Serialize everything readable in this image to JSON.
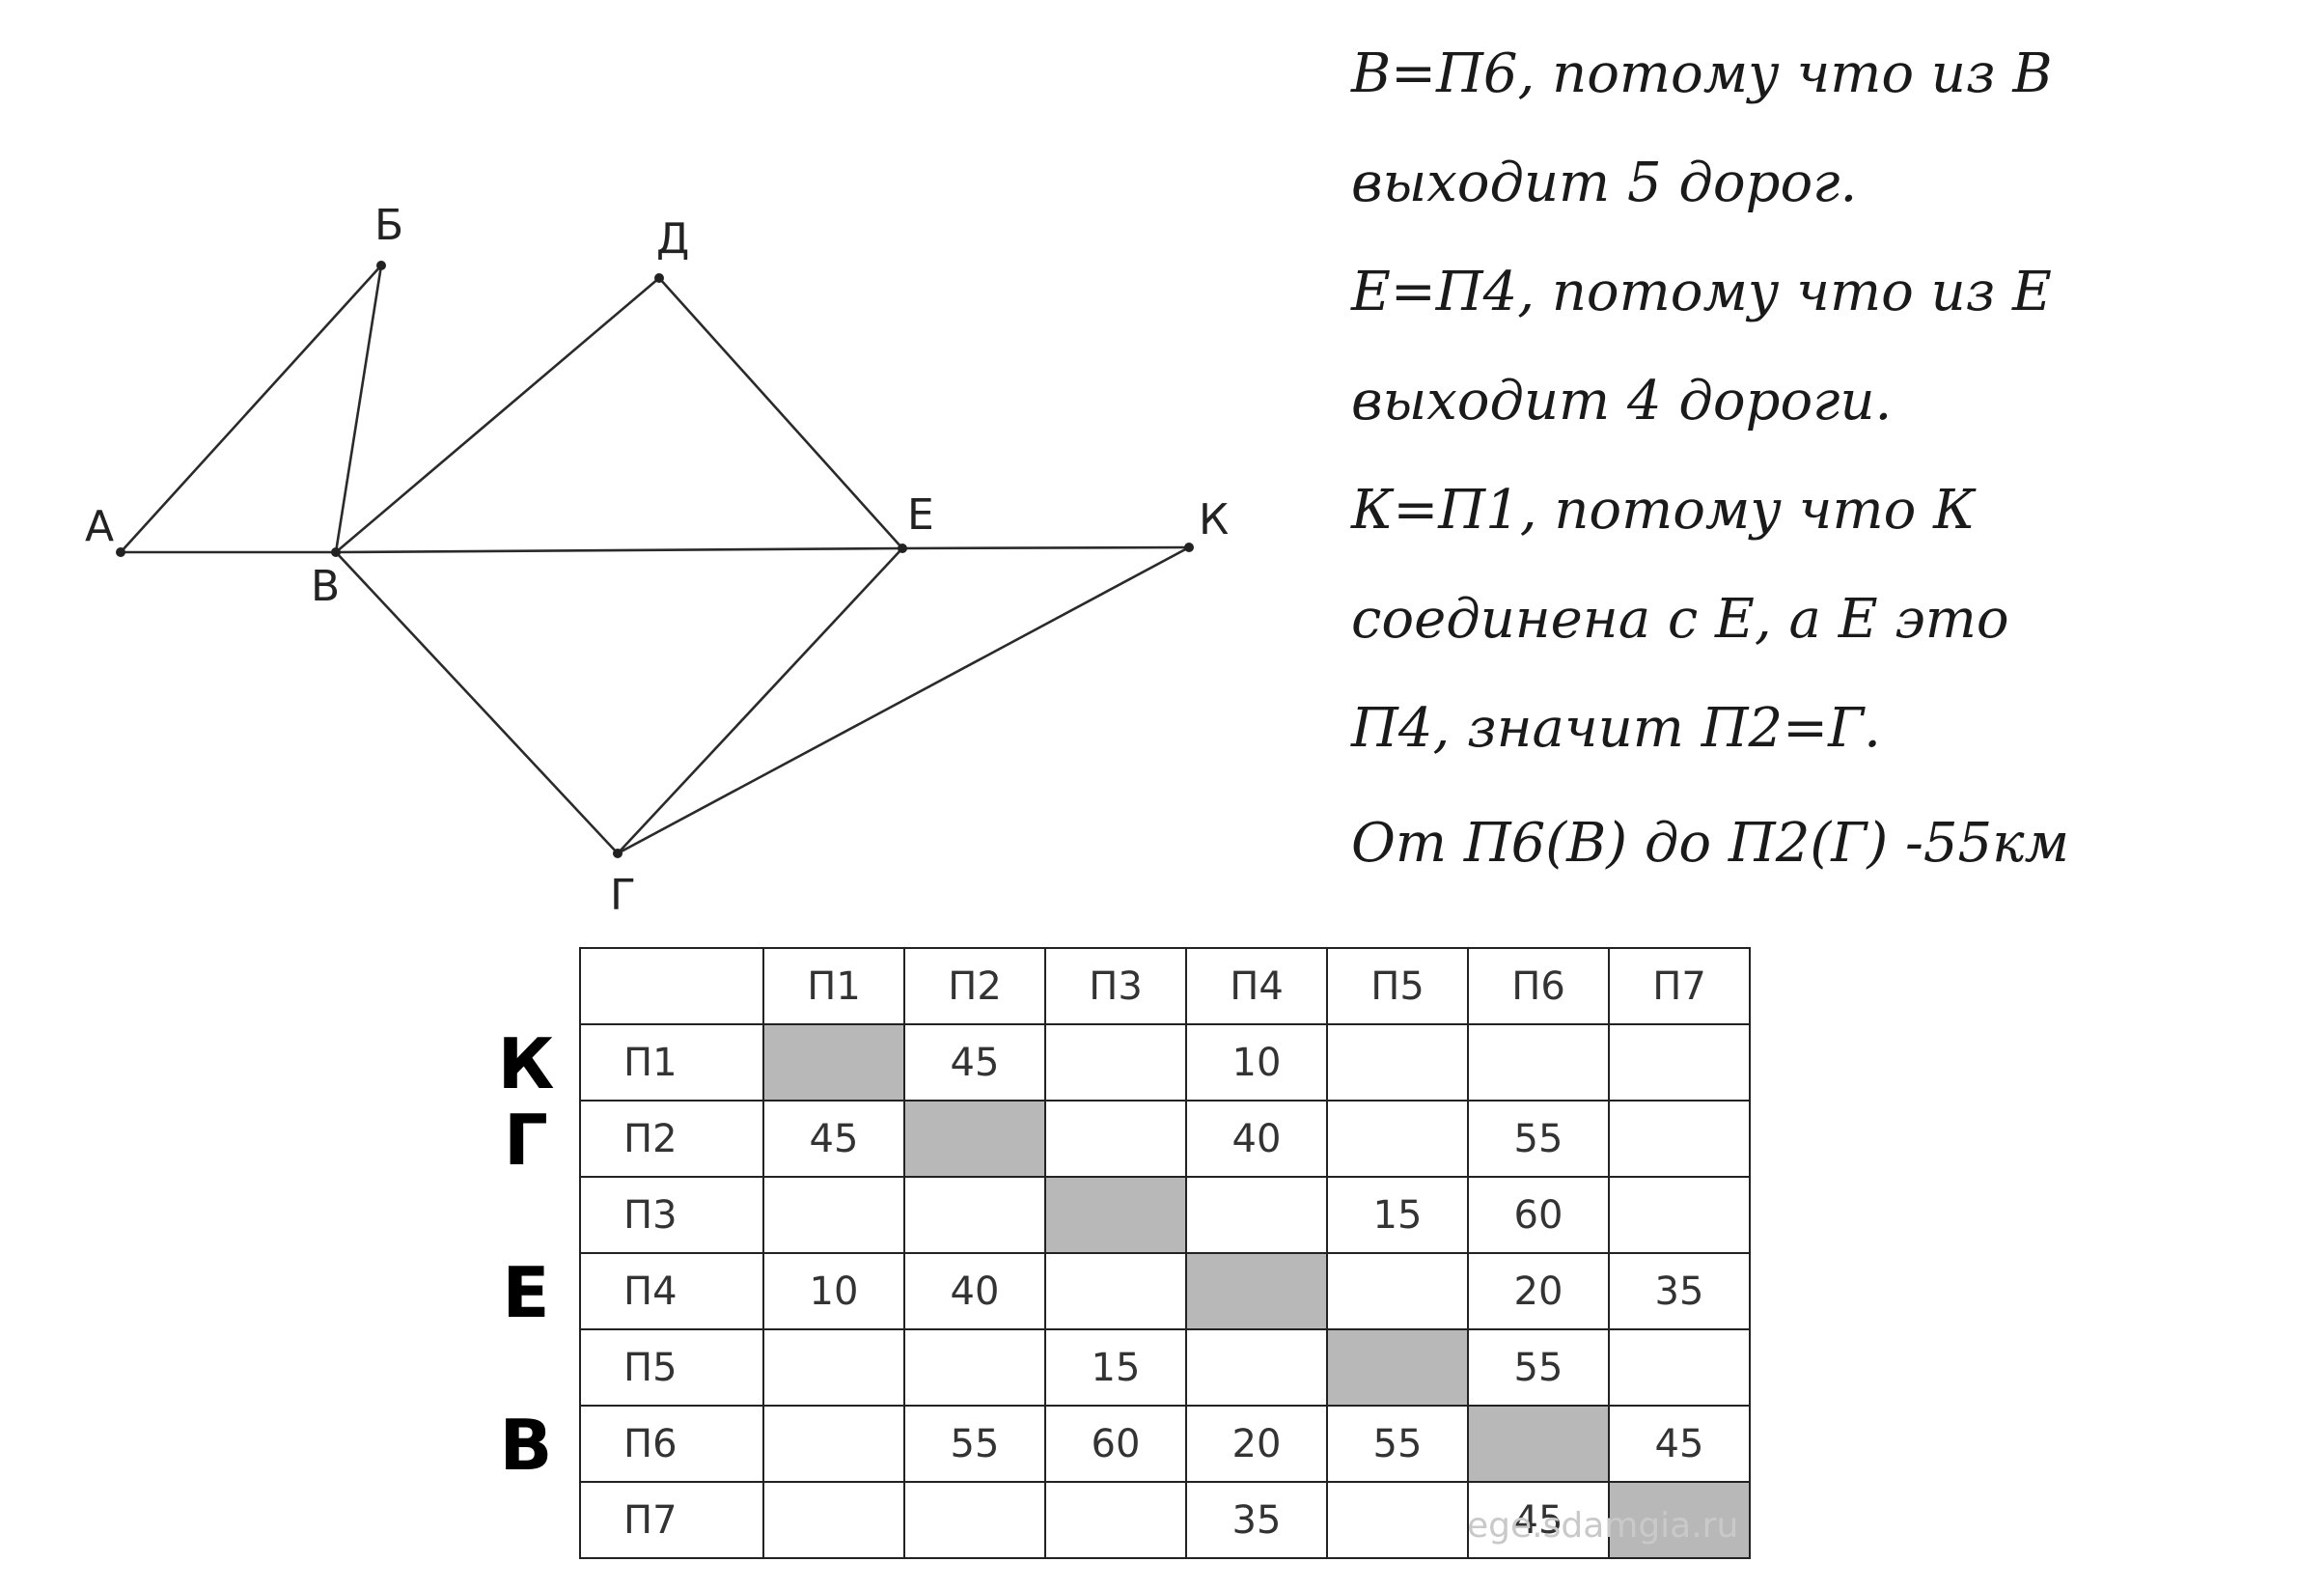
{
  "graph": {
    "vertices": [
      {
        "id": "A",
        "label": "А"
      },
      {
        "id": "B",
        "label": "Б"
      },
      {
        "id": "V",
        "label": "В"
      },
      {
        "id": "D",
        "label": "Д"
      },
      {
        "id": "E",
        "label": "Е"
      },
      {
        "id": "K",
        "label": "К"
      },
      {
        "id": "G",
        "label": "Г"
      }
    ],
    "edges": [
      [
        "A",
        "B"
      ],
      [
        "A",
        "V"
      ],
      [
        "B",
        "V"
      ],
      [
        "V",
        "D"
      ],
      [
        "V",
        "E"
      ],
      [
        "V",
        "G"
      ],
      [
        "D",
        "E"
      ],
      [
        "E",
        "K"
      ],
      [
        "E",
        "G"
      ],
      [
        "G",
        "K"
      ]
    ]
  },
  "notes": {
    "lines": [
      "В=П6, потому что из В",
      "выходит 5 дорог.",
      "Е=П4, потому что из Е",
      "выходит 4 дороги.",
      "К=П1, потому что К",
      "соединена с Е, а Е это",
      "П4, значит П2=Г."
    ],
    "conclusion": "От П6(В) до П2(Г) -55км"
  },
  "table": {
    "headers": [
      "",
      "П1",
      "П2",
      "П3",
      "П4",
      "П5",
      "П6",
      "П7"
    ],
    "rows": [
      {
        "label": "П1",
        "cells": [
          "",
          "45",
          "",
          "10",
          "",
          "",
          ""
        ]
      },
      {
        "label": "П2",
        "cells": [
          "45",
          "",
          "",
          "40",
          "",
          "55",
          ""
        ]
      },
      {
        "label": "П3",
        "cells": [
          "",
          "",
          "",
          "",
          "15",
          "60",
          ""
        ]
      },
      {
        "label": "П4",
        "cells": [
          "10",
          "40",
          "",
          "",
          "",
          "20",
          "35"
        ]
      },
      {
        "label": "П5",
        "cells": [
          "",
          "",
          "15",
          "",
          "",
          "55",
          ""
        ]
      },
      {
        "label": "П6",
        "cells": [
          "",
          "55",
          "60",
          "20",
          "55",
          "",
          "45"
        ]
      },
      {
        "label": "П7",
        "cells": [
          "",
          "",
          "",
          "35",
          "",
          "45",
          ""
        ]
      }
    ]
  },
  "side_labels": [
    {
      "row": 0,
      "text": "К"
    },
    {
      "row": 1,
      "text": "Г"
    },
    {
      "row": 3,
      "text": "Е"
    },
    {
      "row": 5,
      "text": "В"
    }
  ],
  "watermark": "ege.sdamgia.ru"
}
